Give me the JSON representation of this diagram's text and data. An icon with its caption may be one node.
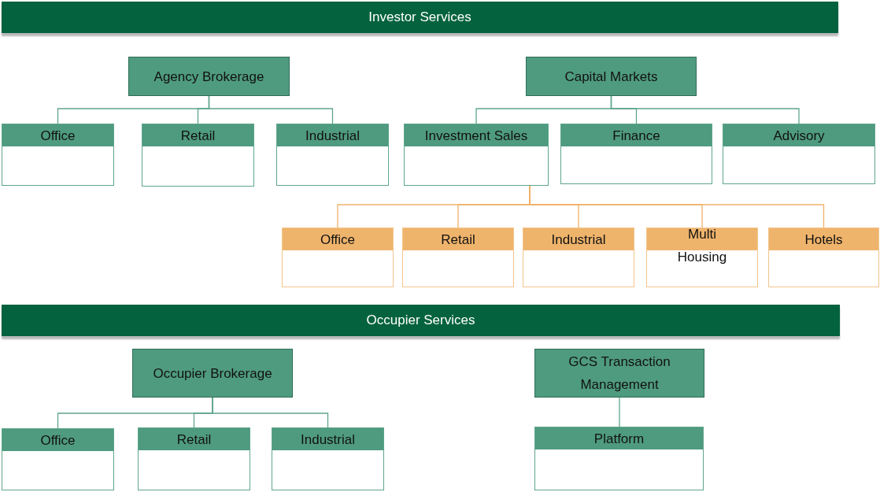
{
  "diagram": {
    "nodes": [
      {
        "text": [
          "Investor Services"
        ]
      },
      {
        "text": [
          "Agency Brokerage"
        ]
      },
      {
        "text": [
          "Office"
        ]
      },
      {
        "text": [
          "Retail"
        ]
      },
      {
        "text": [
          "Industrial"
        ]
      },
      {
        "text": [
          "Capital Markets"
        ]
      },
      {
        "text": [
          "Investment Sales"
        ]
      },
      {
        "text": [
          "Finance"
        ]
      },
      {
        "text": [
          "Advisory"
        ]
      },
      {
        "text": [
          "Office"
        ]
      },
      {
        "text": [
          "Retail"
        ]
      },
      {
        "text": [
          "Industrial"
        ]
      },
      {
        "text": [
          "Multi Housing"
        ]
      },
      {
        "text": [
          "Hotels"
        ]
      },
      {
        "text": [
          "Occupier Services"
        ]
      },
      {
        "text": [
          "Occupier Brokerage"
        ]
      },
      {
        "text": [
          "Office"
        ]
      },
      {
        "text": [
          "Retail"
        ]
      },
      {
        "text": [
          "Industrial"
        ]
      },
      {
        "text": [
          "GCS Transaction Management"
        ]
      },
      {
        "text": [
          "Platform"
        ]
      }
    ],
    "edges": [
      {
        "from": 1,
        "to": 2,
        "arrow": "none"
      },
      {
        "from": 1,
        "to": 3,
        "arrow": "none"
      },
      {
        "from": 1,
        "to": 4,
        "arrow": "none"
      },
      {
        "from": 5,
        "to": 6,
        "arrow": "none"
      },
      {
        "from": 5,
        "to": 7,
        "arrow": "none"
      },
      {
        "from": 5,
        "to": 8,
        "arrow": "none"
      },
      {
        "from": 6,
        "to": 9,
        "arrow": "none",
        "color": "#f0b26a"
      },
      {
        "from": 6,
        "to": 10,
        "arrow": "none",
        "color": "#f0b26a"
      },
      {
        "from": 6,
        "to": 11,
        "arrow": "none",
        "color": "#f0b26a"
      },
      {
        "from": 6,
        "to": 12,
        "arrow": "none",
        "color": "#f0b26a"
      },
      {
        "from": 6,
        "to": 13,
        "arrow": "none",
        "color": "#f0b26a"
      },
      {
        "from": 15,
        "to": 16,
        "arrow": "none"
      },
      {
        "from": 15,
        "to": 17,
        "arrow": "none"
      },
      {
        "from": 15,
        "to": 18,
        "arrow": "none"
      },
      {
        "from": 19,
        "to": 20,
        "arrow": "none"
      }
    ]
  }
}
